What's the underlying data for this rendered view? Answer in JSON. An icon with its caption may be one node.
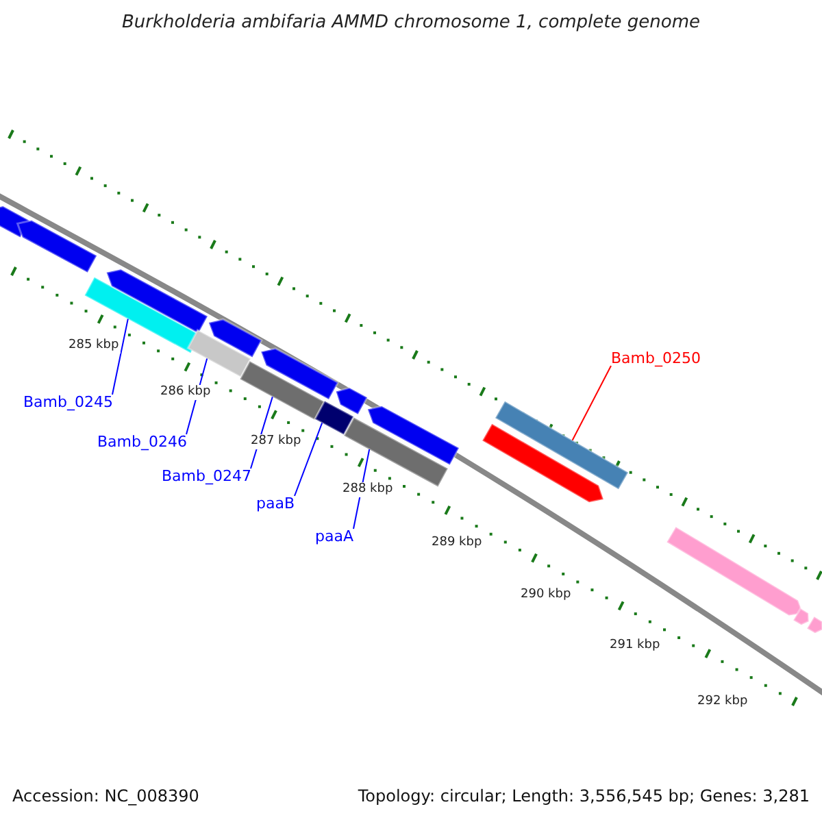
{
  "diagram": {
    "title": "Burkholderia ambifaria AMMD chromosome 1, complete genome",
    "nodes": [
      {
        "text": [
          "Bamb_0245"
        ]
      },
      {
        "text": [
          "Bamb_0246"
        ]
      },
      {
        "text": [
          "Bamb_0247"
        ]
      },
      {
        "text": [
          "paaB"
        ]
      },
      {
        "text": [
          "paaA"
        ]
      },
      {
        "text": [
          "Bamb_0250"
        ]
      },
      {
        "text": [],
        "shape": "bar"
      },
      {
        "text": [],
        "shape": "bar"
      },
      {
        "text": [],
        "shape": "bar"
      },
      {
        "text": [],
        "shape": "bar"
      },
      {
        "text": [],
        "shape": "bar"
      },
      {
        "text": [],
        "shape": "bar"
      },
      {
        "text": [],
        "shape": "bar"
      },
      {
        "text": [],
        "shape": "bar"
      },
      {
        "text": [],
        "shape": "bar"
      },
      {
        "text": [],
        "shape": "bar"
      },
      {
        "text": [],
        "shape": "bar"
      },
      {
        "text": [],
        "shape": "bar"
      },
      {
        "text": [],
        "shape": "bar"
      },
      {
        "text": [],
        "shape": "bar"
      },
      {
        "text": [],
        "shape": "bar"
      },
      {
        "text": [],
        "shape": "bar"
      },
      {
        "text": [],
        "shape": "bar"
      }
    ],
    "edges": [
      {
        "from": 0,
        "to": 8,
        "arrow": "none"
      },
      {
        "from": 1,
        "to": 10,
        "arrow": "none"
      },
      {
        "from": 2,
        "to": 12,
        "arrow": "none"
      },
      {
        "from": 3,
        "to": 14,
        "arrow": "none"
      },
      {
        "from": 4,
        "to": 16,
        "arrow": "none"
      },
      {
        "from": 5,
        "to": 19,
        "arrow": "none",
        "color": "#ff0000"
      }
    ],
    "labels": [
      "285 kbp",
      "286 kbp",
      "287 kbp",
      "288 kbp",
      "289 kbp",
      "290 kbp",
      "291 kbp",
      "292 kbp",
      "Accession: NC_008390",
      "Topology: circular; Length: 3,556,545 bp; Genes: 3,281"
    ]
  }
}
